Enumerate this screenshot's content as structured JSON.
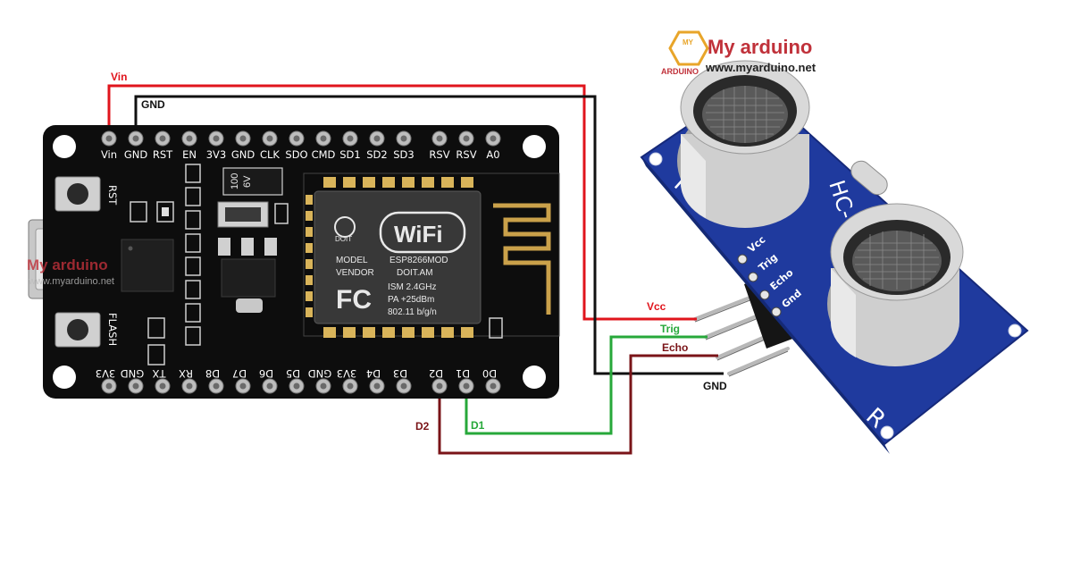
{
  "wires": {
    "vin": "Vin",
    "gnd_top": "GND",
    "vcc": "Vcc",
    "trig": "Trig",
    "echo": "Echo",
    "gnd_right": "GND",
    "d2": "D2",
    "d1": "D1"
  },
  "colors": {
    "power": "#e0141c",
    "ground": "#111111",
    "trig": "#27a83a",
    "echo": "#7a1418",
    "board": "#0d0d0d",
    "sensor_board": "#1f3a9e",
    "watermark": "#c0313a"
  },
  "board": {
    "top_pins": [
      "Vin",
      "GND",
      "RST",
      "EN",
      "3V3",
      "GND",
      "CLK",
      "SDO",
      "CMD",
      "SD1",
      "SD2",
      "SD3",
      "RSV",
      "RSV",
      "A0"
    ],
    "bottom_pins": [
      "3V3",
      "GND",
      "TX",
      "RX",
      "D8",
      "D7",
      "D6",
      "D5",
      "GND",
      "3V3",
      "D4",
      "D3",
      "D2",
      "D1",
      "D0"
    ],
    "button_rst": "RST",
    "button_flash": "FLASH",
    "cap_label_1": "100",
    "cap_label_2": "6V",
    "wifi_logo": "WiFi",
    "module_brand": "DOIT",
    "module_lines": [
      "ESP8266MOD",
      "DOIT.AM",
      "ISM  2.4GHz",
      "PA  +25dBm",
      "802.11 b/g/n"
    ],
    "model_label": "MODEL",
    "vendor_label": "VENDOR",
    "fc_mark": "FC"
  },
  "sensor": {
    "model": "HC-",
    "pins": [
      "Vcc",
      "Trig",
      "Echo",
      "Gnd"
    ],
    "t_mark": "T",
    "r_mark": "R"
  },
  "watermark": {
    "top_name": "My arduino",
    "top_url": "www.myarduino.net",
    "logo_text": "ARDUINO",
    "logo_small": "MY",
    "left_name": "My arduino",
    "left_url": "www.myarduino.net"
  }
}
